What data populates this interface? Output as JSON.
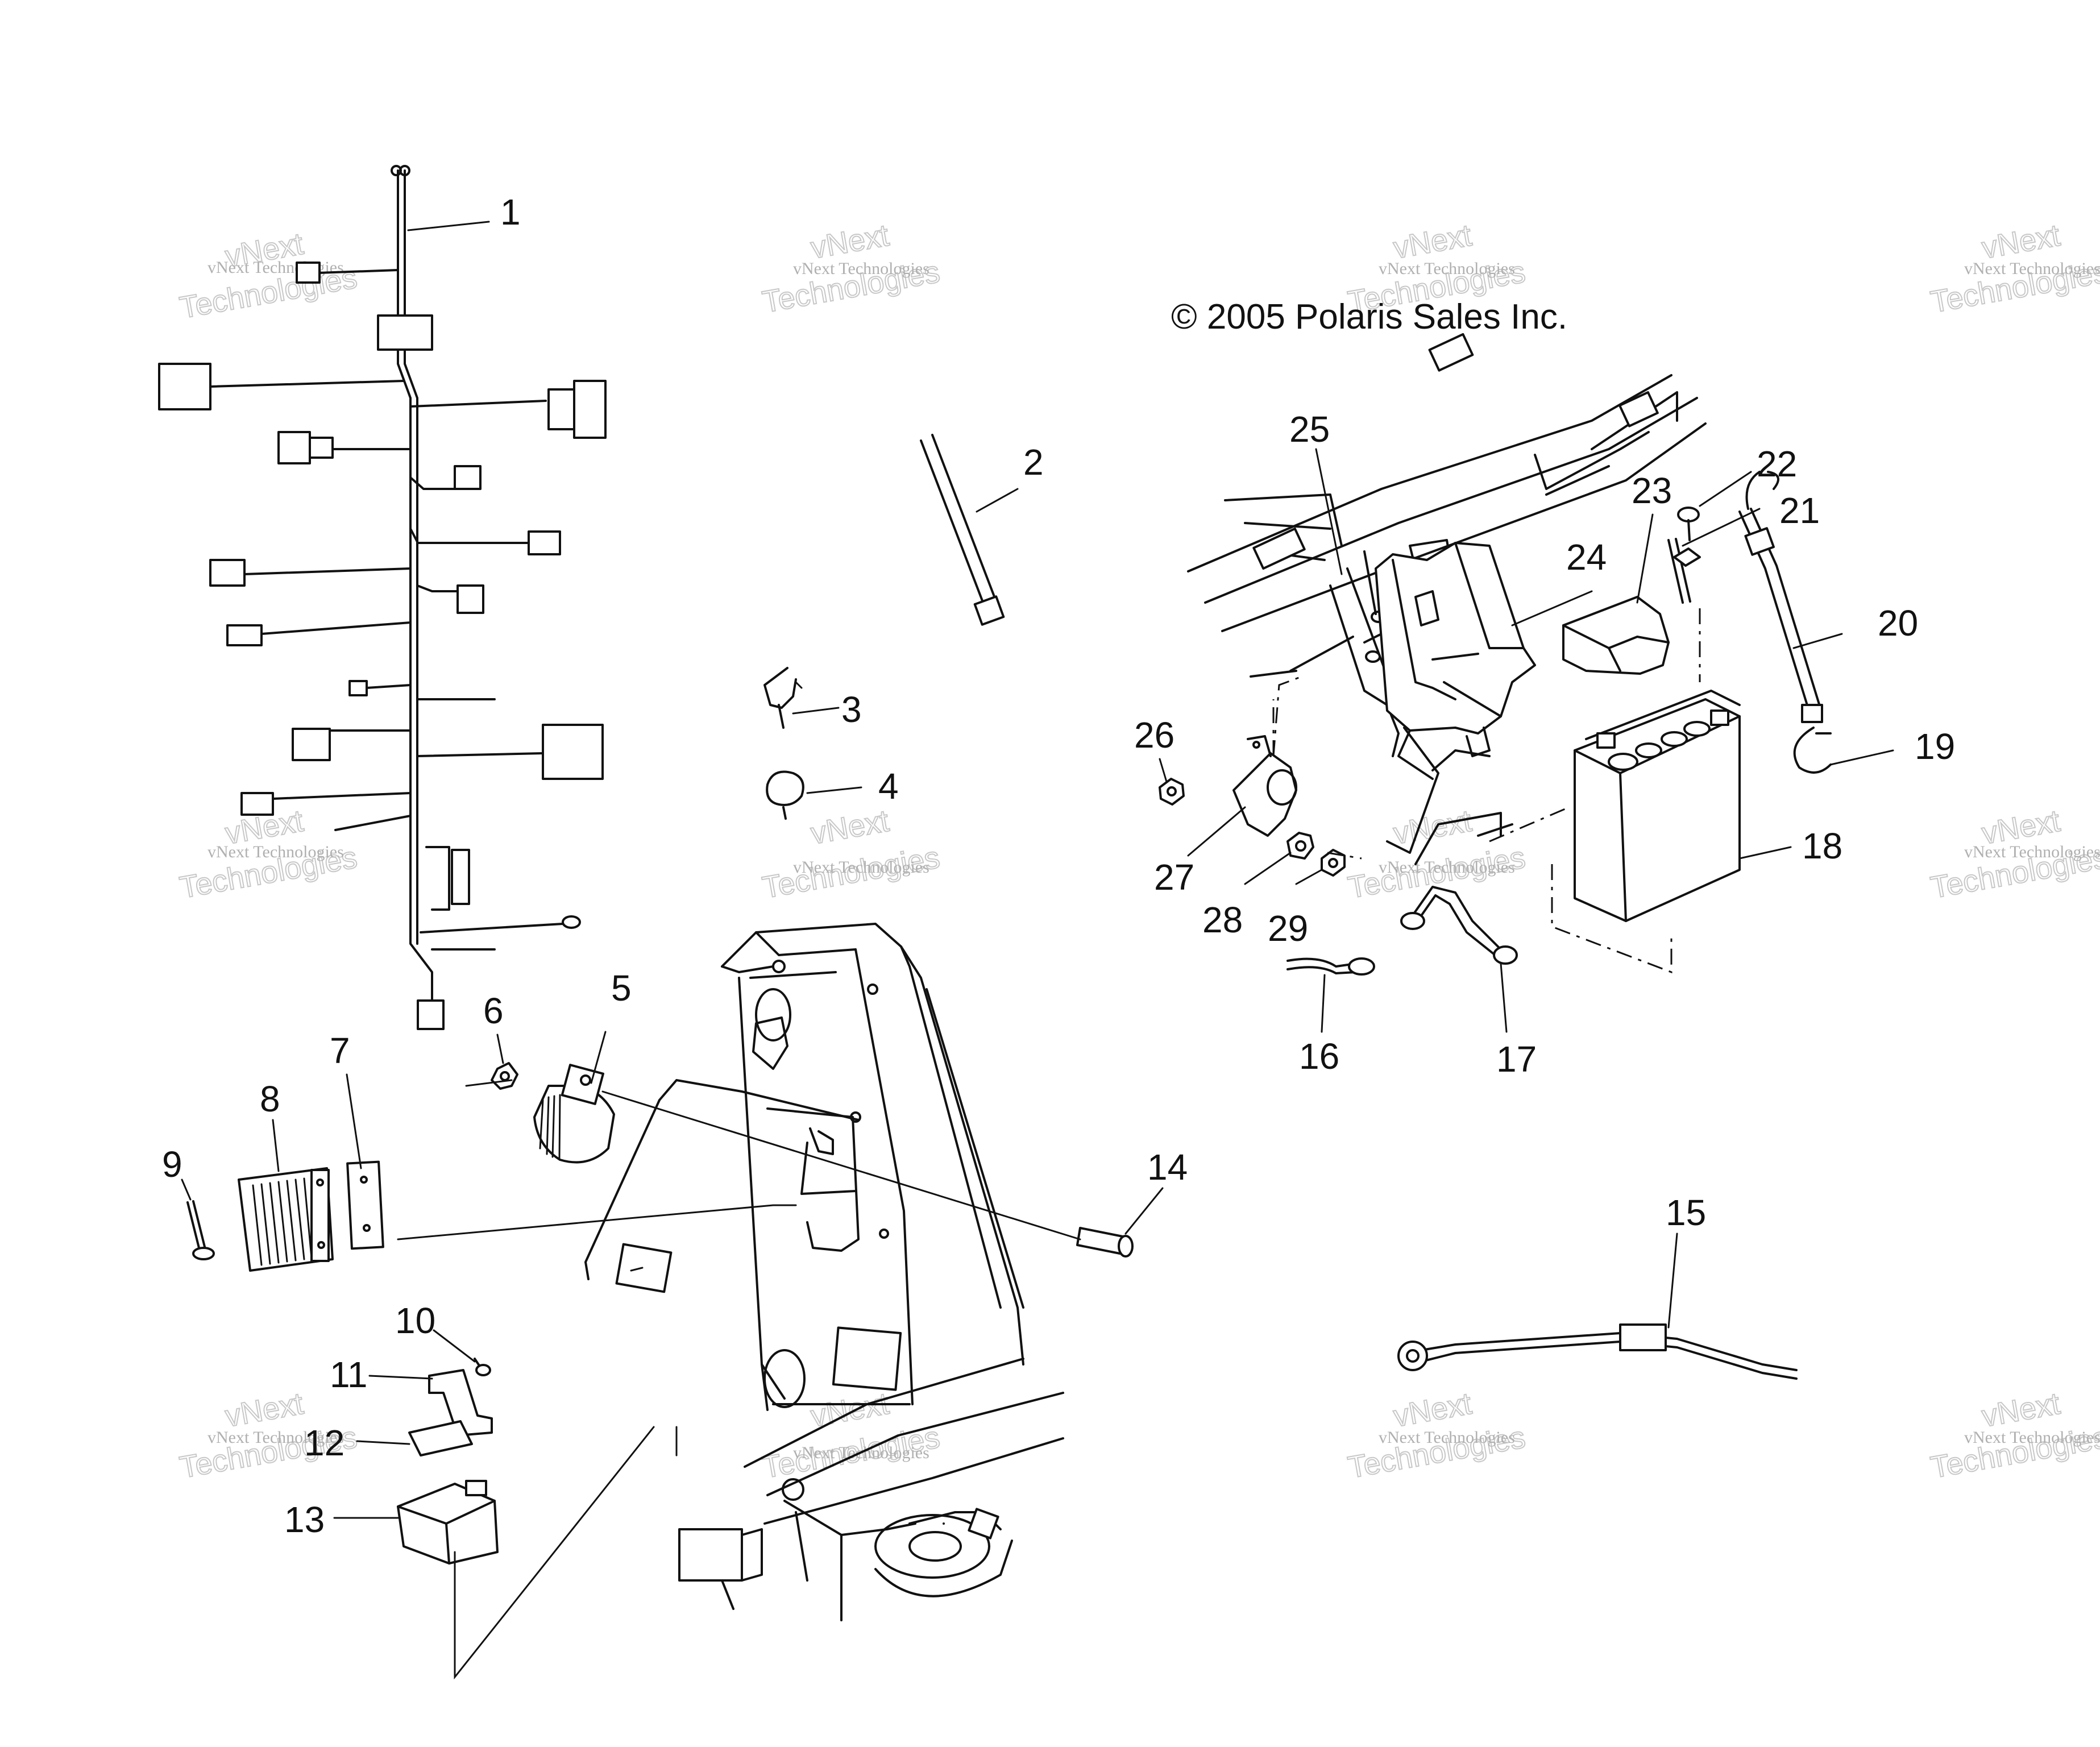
{
  "copyright": "© 2005 Polaris Sales Inc.",
  "watermark": {
    "small": "vNext Technologies",
    "big_top": "vNext",
    "big_bottom": "Technologies"
  },
  "callouts": [
    "1",
    "2",
    "3",
    "4",
    "5",
    "6",
    "7",
    "8",
    "9",
    "10",
    "11",
    "12",
    "13",
    "14",
    "15",
    "16",
    "17",
    "18",
    "19",
    "20",
    "21",
    "22",
    "23",
    "24",
    "25",
    "26",
    "27",
    "28",
    "29"
  ]
}
